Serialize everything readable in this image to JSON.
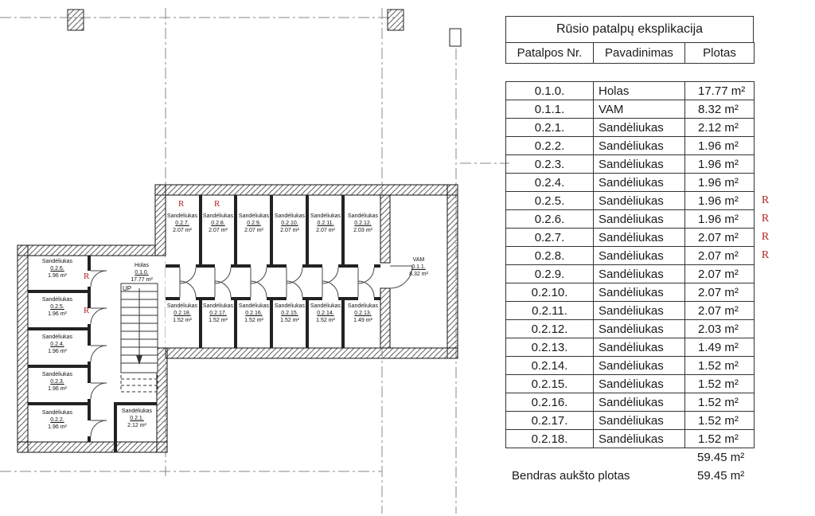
{
  "plan": {
    "up_label": "UP",
    "r_mark": "R",
    "rooms": {
      "r010": {
        "name": "Holas",
        "nr": "0.1.0.",
        "area": "17.77 m²"
      },
      "r011": {
        "name": "VAM",
        "nr": "0.1.1.",
        "area": "8.32 m²"
      },
      "r021": {
        "name": "Sandėliukas",
        "nr": "0.2.1.",
        "area": "2.12 m²"
      },
      "r022": {
        "name": "Sandėliukas",
        "nr": "0.2.2.",
        "area": "1.96 m²"
      },
      "r023": {
        "name": "Sandėliukas",
        "nr": "0.2.3.",
        "area": "1.96 m²"
      },
      "r024": {
        "name": "Sandėliukas",
        "nr": "0.2.4.",
        "area": "1.96 m²"
      },
      "r025": {
        "name": "Sandėliukas",
        "nr": "0.2.5.",
        "area": "1.96 m²"
      },
      "r026": {
        "name": "Sandėliukas",
        "nr": "0.2.6.",
        "area": "1.96 m²"
      },
      "r027": {
        "name": "Sandėliukas",
        "nr": "0.2.7.",
        "area": "2.07 m²"
      },
      "r028": {
        "name": "Sandėliukas",
        "nr": "0.2.8.",
        "area": "2.07 m²"
      },
      "r029": {
        "name": "Sandėliukas",
        "nr": "0.2.9.",
        "area": "2.07 m²"
      },
      "r0210": {
        "name": "Sandėliukas",
        "nr": "0.2.10.",
        "area": "2.07 m²"
      },
      "r0211": {
        "name": "Sandėliukas",
        "nr": "0.2.11.",
        "area": "2.07 m²"
      },
      "r0212": {
        "name": "Sandėliukas",
        "nr": "0.2.12.",
        "area": "2.03 m²"
      },
      "r0213": {
        "name": "Sandėliukas",
        "nr": "0.2.13.",
        "area": "1.49 m²"
      },
      "r0214": {
        "name": "Sandėliukas",
        "nr": "0.2.14.",
        "area": "1.52 m²"
      },
      "r0215": {
        "name": "Sandėliukas",
        "nr": "0.2.15.",
        "area": "1.52 m²"
      },
      "r0216": {
        "name": "Sandėliukas",
        "nr": "0.2.16.",
        "area": "1.52 m²"
      },
      "r0217": {
        "name": "Sandėliukas",
        "nr": "0.2.17.",
        "area": "1.52 m²"
      },
      "r0218": {
        "name": "Sandėliukas",
        "nr": "0.2.18.",
        "area": "1.52 m²"
      }
    }
  },
  "table": {
    "title": "Rūsio patalpų eksplikacija",
    "headers": [
      "Patalpos Nr.",
      "Pavadinimas",
      "Plotas"
    ],
    "rows": [
      {
        "nr": "0.1.0.",
        "name": "Holas",
        "area": "17.77 m²",
        "r": ""
      },
      {
        "nr": "0.1.1.",
        "name": "VAM",
        "area": "8.32 m²",
        "r": ""
      },
      {
        "nr": "0.2.1.",
        "name": "Sandėliukas",
        "area": "2.12 m²",
        "r": ""
      },
      {
        "nr": "0.2.2.",
        "name": "Sandėliukas",
        "area": "1.96 m²",
        "r": ""
      },
      {
        "nr": "0.2.3.",
        "name": "Sandėliukas",
        "area": "1.96 m²",
        "r": ""
      },
      {
        "nr": "0.2.4.",
        "name": "Sandėliukas",
        "area": "1.96 m²",
        "r": ""
      },
      {
        "nr": "0.2.5.",
        "name": "Sandėliukas",
        "area": "1.96 m²",
        "r": "R"
      },
      {
        "nr": "0.2.6.",
        "name": "Sandėliukas",
        "area": "1.96 m²",
        "r": "R"
      },
      {
        "nr": "0.2.7.",
        "name": "Sandėliukas",
        "area": "2.07 m²",
        "r": "R"
      },
      {
        "nr": "0.2.8.",
        "name": "Sandėliukas",
        "area": "2.07 m²",
        "r": "R"
      },
      {
        "nr": "0.2.9.",
        "name": "Sandėliukas",
        "area": "2.07 m²",
        "r": ""
      },
      {
        "nr": "0.2.10.",
        "name": "Sandėliukas",
        "area": "2.07 m²",
        "r": ""
      },
      {
        "nr": "0.2.11.",
        "name": "Sandėliukas",
        "area": "2.07 m²",
        "r": ""
      },
      {
        "nr": "0.2.12.",
        "name": "Sandėliukas",
        "area": "2.03 m²",
        "r": ""
      },
      {
        "nr": "0.2.13.",
        "name": "Sandėliukas",
        "area": "1.49 m²",
        "r": ""
      },
      {
        "nr": "0.2.14.",
        "name": "Sandėliukas",
        "area": "1.52 m²",
        "r": ""
      },
      {
        "nr": "0.2.15.",
        "name": "Sandėliukas",
        "area": "1.52 m²",
        "r": ""
      },
      {
        "nr": "0.2.16.",
        "name": "Sandėliukas",
        "area": "1.52 m²",
        "r": ""
      },
      {
        "nr": "0.2.17.",
        "name": "Sandėliukas",
        "area": "1.52 m²",
        "r": ""
      },
      {
        "nr": "0.2.18.",
        "name": "Sandėliukas",
        "area": "1.52 m²",
        "r": ""
      }
    ],
    "subtotal": "59.45 m²",
    "footer_label": "Bendras aukšto plotas",
    "footer_total": "59.45 m²"
  },
  "colors": {
    "highlight_red": "#b22222",
    "line": "#333333"
  }
}
